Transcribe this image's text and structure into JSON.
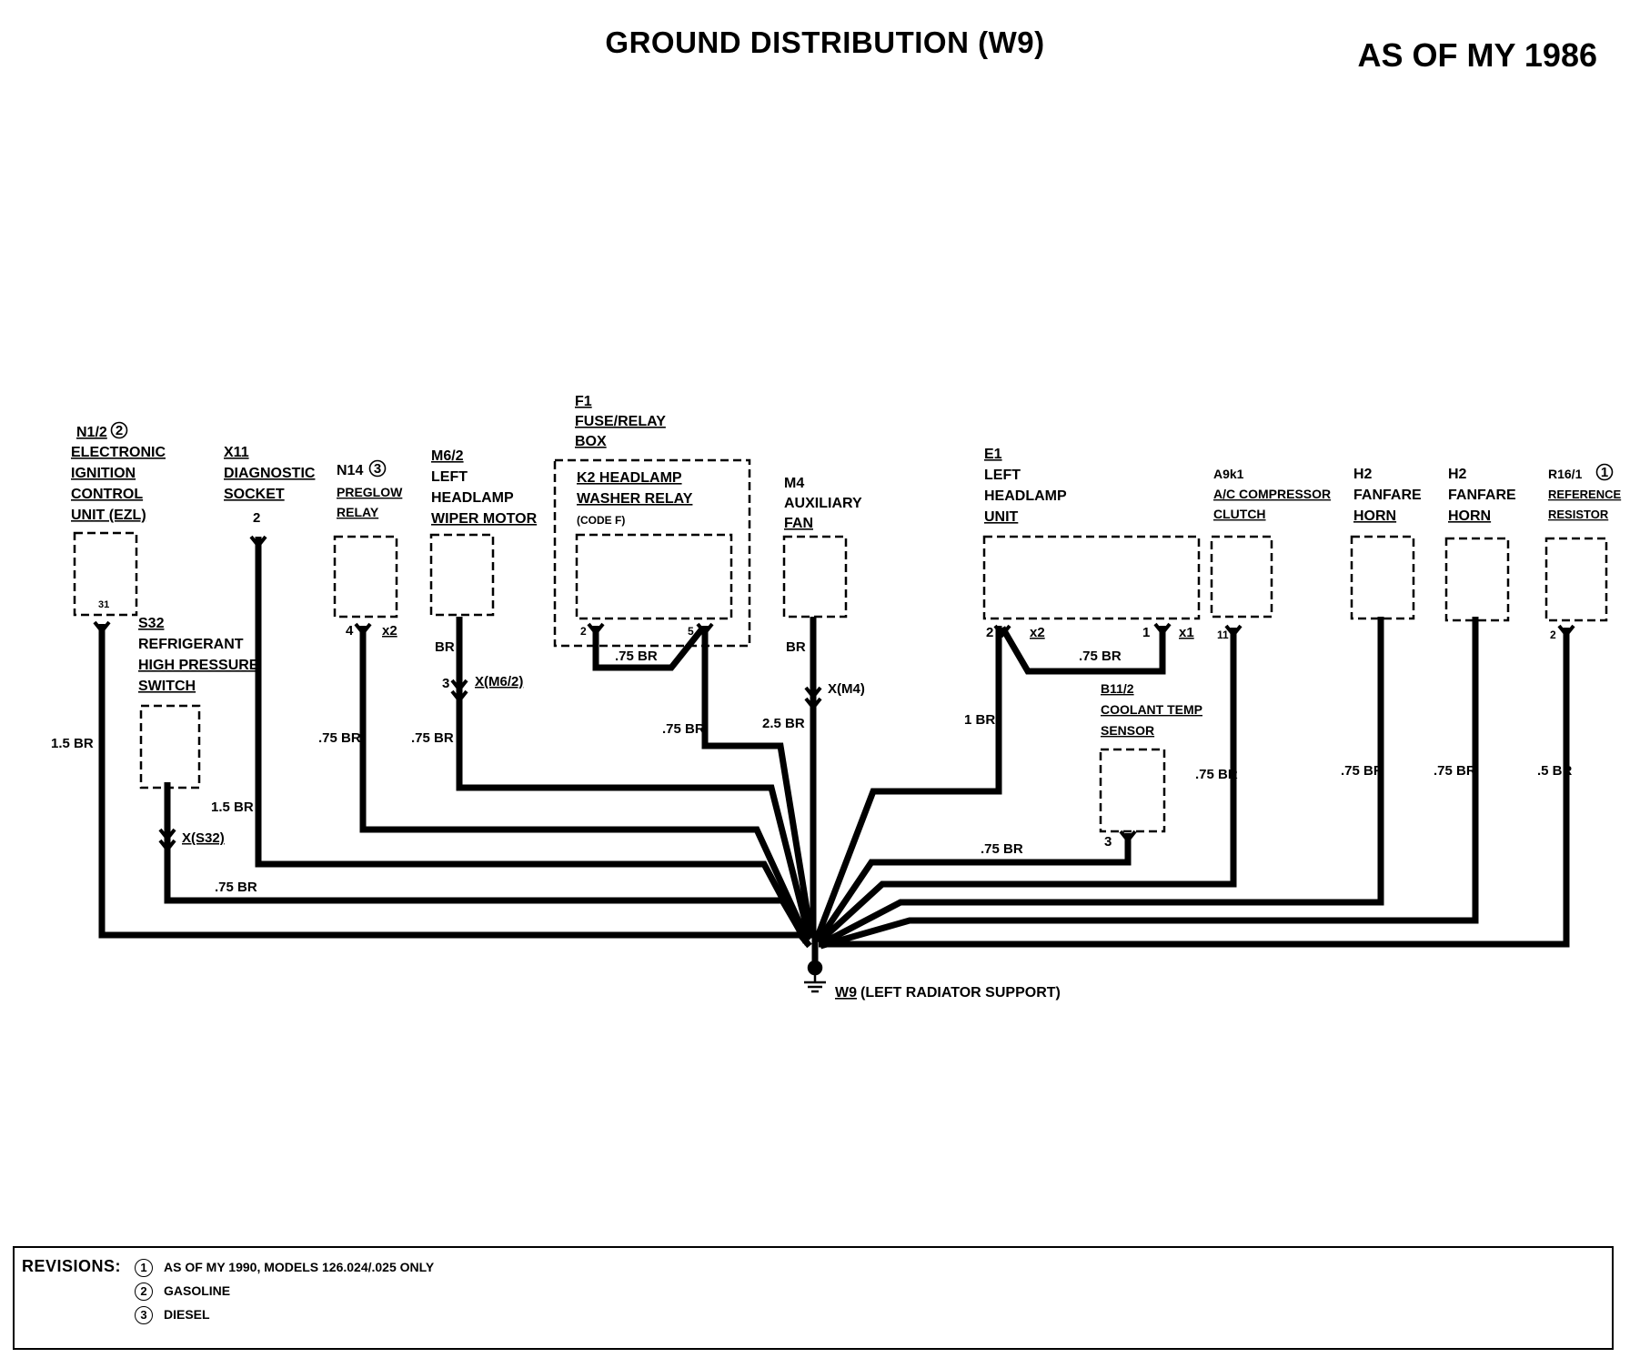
{
  "title": "GROUND DISTRIBUTION (W9)",
  "model_year": "AS OF MY 1986",
  "components": {
    "n12": {
      "code": "N1/2",
      "mark": "2",
      "lines": [
        "ELECTRONIC",
        "IGNITION",
        "CONTROL",
        "UNIT (EZL)"
      ],
      "pin": "31"
    },
    "x11": {
      "code": "X11",
      "lines": [
        "DIAGNOSTIC",
        "SOCKET"
      ],
      "pin": "2"
    },
    "n14": {
      "code": "N14",
      "mark": "3",
      "lines": [
        "PREGLOW",
        "RELAY"
      ],
      "pin": "4",
      "conn": "x2"
    },
    "m62": {
      "code": "M6/2",
      "lines": [
        "LEFT",
        "HEADLAMP",
        "WIPER MOTOR"
      ]
    },
    "f1": {
      "code": "F1",
      "lines": [
        "FUSE/RELAY",
        "BOX"
      ]
    },
    "k2": {
      "lines": [
        "K2 HEADLAMP",
        "WASHER RELAY",
        "(CODE F)"
      ],
      "pin_left": "2",
      "pin_right": "5"
    },
    "m4": {
      "code": "M4",
      "lines": [
        "AUXILIARY",
        "FAN"
      ]
    },
    "e1": {
      "code": "E1",
      "lines": [
        "LEFT",
        "HEADLAMP",
        "UNIT"
      ],
      "pin_left": "2",
      "conn_left": "x2",
      "pin_right": "1",
      "conn_right": "x1"
    },
    "a9k1": {
      "code": "A9k1",
      "lines": [
        "A/C COMPRESSOR",
        "CLUTCH"
      ],
      "pin": "11"
    },
    "h2a": {
      "code": "H2",
      "lines": [
        "FANFARE",
        "HORN"
      ]
    },
    "h2b": {
      "code": "H2",
      "lines": [
        "FANFARE",
        "HORN"
      ]
    },
    "r161": {
      "code": "R16/1",
      "mark": "1",
      "lines": [
        "REFERENCE",
        "RESISTOR"
      ],
      "pin": "2"
    },
    "s32": {
      "code": "S32",
      "lines": [
        "REFRIGERANT",
        "HIGH PRESSURE",
        "SWITCH"
      ]
    },
    "b112": {
      "code": "B11/2",
      "lines": [
        "COOLANT TEMP",
        "SENSOR"
      ],
      "pin": "3"
    }
  },
  "connectors": {
    "xm62": "X(M6/2)",
    "xm62_pin": "3",
    "xm4": "X(M4)",
    "xs32": "X(S32)"
  },
  "wires": {
    "n12": "1.5 BR",
    "x11": "1.5 BR",
    "s32": ".75 BR",
    "n14": ".75 BR",
    "m62_top": "BR",
    "m62": ".75 BR",
    "k2_bridge": ".75 BR",
    "k2": ".75 BR",
    "m4_top": "BR",
    "m4": "2.5 BR",
    "e1": "1 BR",
    "e1_bridge": ".75 BR",
    "b112": ".75 BR",
    "a9k1": ".75 BR",
    "h2a": ".75 BR",
    "h2b": ".75 BR",
    "r161": ".5 BR"
  },
  "ground": {
    "code": "W9",
    "label": "(LEFT RADIATOR SUPPORT)"
  },
  "revisions": {
    "heading": "REVISIONS:",
    "items": [
      {
        "mark": "1",
        "text": "AS OF MY 1990, MODELS 126.024/.025 ONLY"
      },
      {
        "mark": "2",
        "text": "GASOLINE"
      },
      {
        "mark": "3",
        "text": "DIESEL"
      }
    ]
  }
}
